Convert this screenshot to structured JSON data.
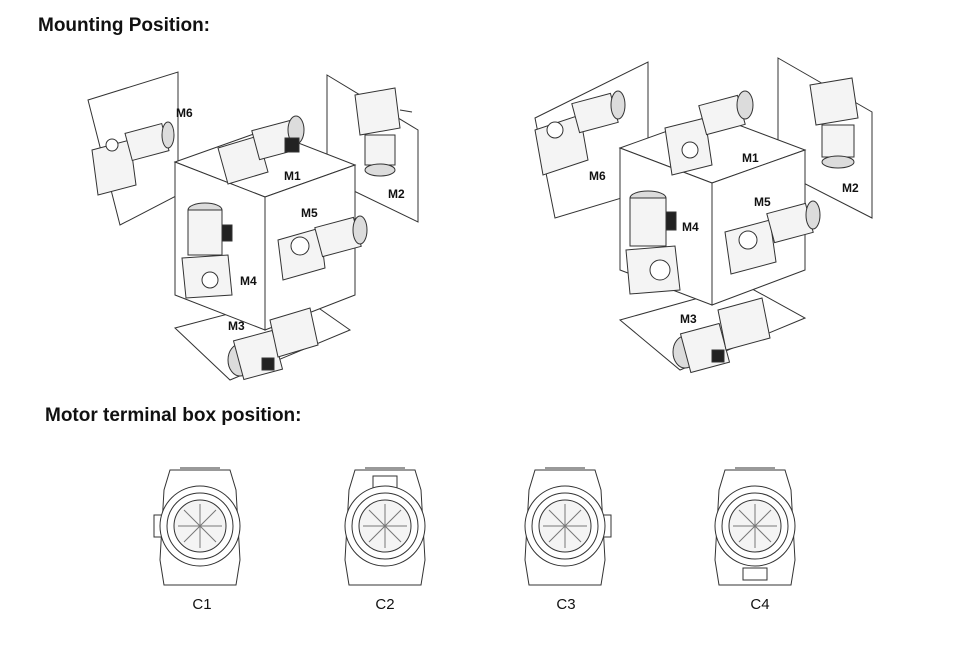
{
  "headings": {
    "mounting": "Mounting Position:",
    "terminal": "Motor terminal box position:"
  },
  "mounting_diagrams": [
    {
      "labels": {
        "m1": "M1",
        "m2": "M2",
        "m3": "M3",
        "m4": "M4",
        "m5": "M5",
        "m6": "M6"
      }
    },
    {
      "labels": {
        "m1": "M1",
        "m2": "M2",
        "m3": "M3",
        "m4": "M4",
        "m5": "M5",
        "m6": "M6"
      }
    }
  ],
  "terminal_positions": [
    {
      "label": "C1"
    },
    {
      "label": "C2"
    },
    {
      "label": "C3"
    },
    {
      "label": "C4"
    }
  ],
  "colors": {
    "line": "#333333",
    "fill": "#f4f4f4",
    "shade": "#dcdcdc"
  }
}
